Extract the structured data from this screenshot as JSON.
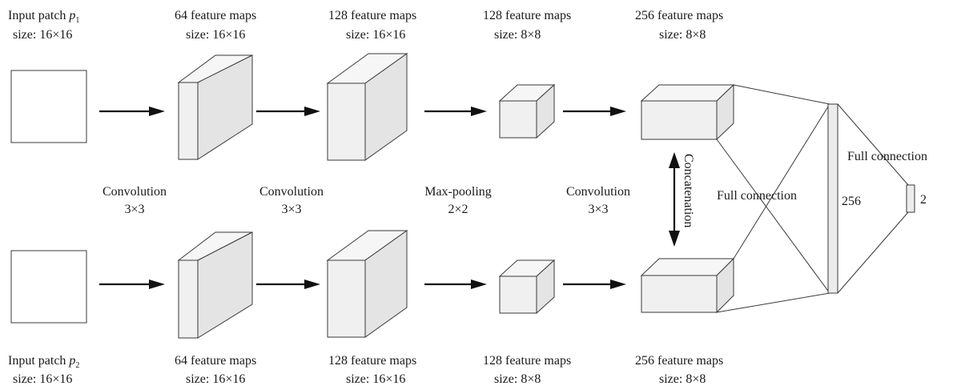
{
  "top_row": {
    "input": {
      "prefix": "Input patch",
      "var": "p",
      "sub": "1",
      "size": "size: 16×16"
    },
    "stage1": {
      "title": "64 feature maps",
      "size": "size: 16×16"
    },
    "stage2": {
      "title": "128 feature maps",
      "size": "size: 16×16"
    },
    "stage3": {
      "title": "128 feature maps",
      "size": "size: 8×8"
    },
    "stage4": {
      "title": "256 feature maps",
      "size": "size: 8×8"
    }
  },
  "bottom_row": {
    "input": {
      "prefix": "Input patch",
      "var": "p",
      "sub": "2",
      "size": "size: 16×16"
    },
    "stage1": {
      "title": "64 feature maps",
      "size": "size: 16×16"
    },
    "stage2": {
      "title": "128 feature maps",
      "size": "size: 16×16"
    },
    "stage3": {
      "title": "128 feature maps",
      "size": "size: 8×8"
    },
    "stage4": {
      "title": "256 feature maps",
      "size": "size: 8×8"
    }
  },
  "operations": [
    {
      "name": "Convolution",
      "kernel": "3×3"
    },
    {
      "name": "Convolution",
      "kernel": "3×3"
    },
    {
      "name": "Max-pooling",
      "kernel": "2×2"
    },
    {
      "name": "Convolution",
      "kernel": "3×3"
    }
  ],
  "concatenation": "Concatenation",
  "full_connection_1": {
    "label": "Full connection",
    "units": "256"
  },
  "full_connection_2": {
    "label": "Full connection",
    "units": "2"
  }
}
